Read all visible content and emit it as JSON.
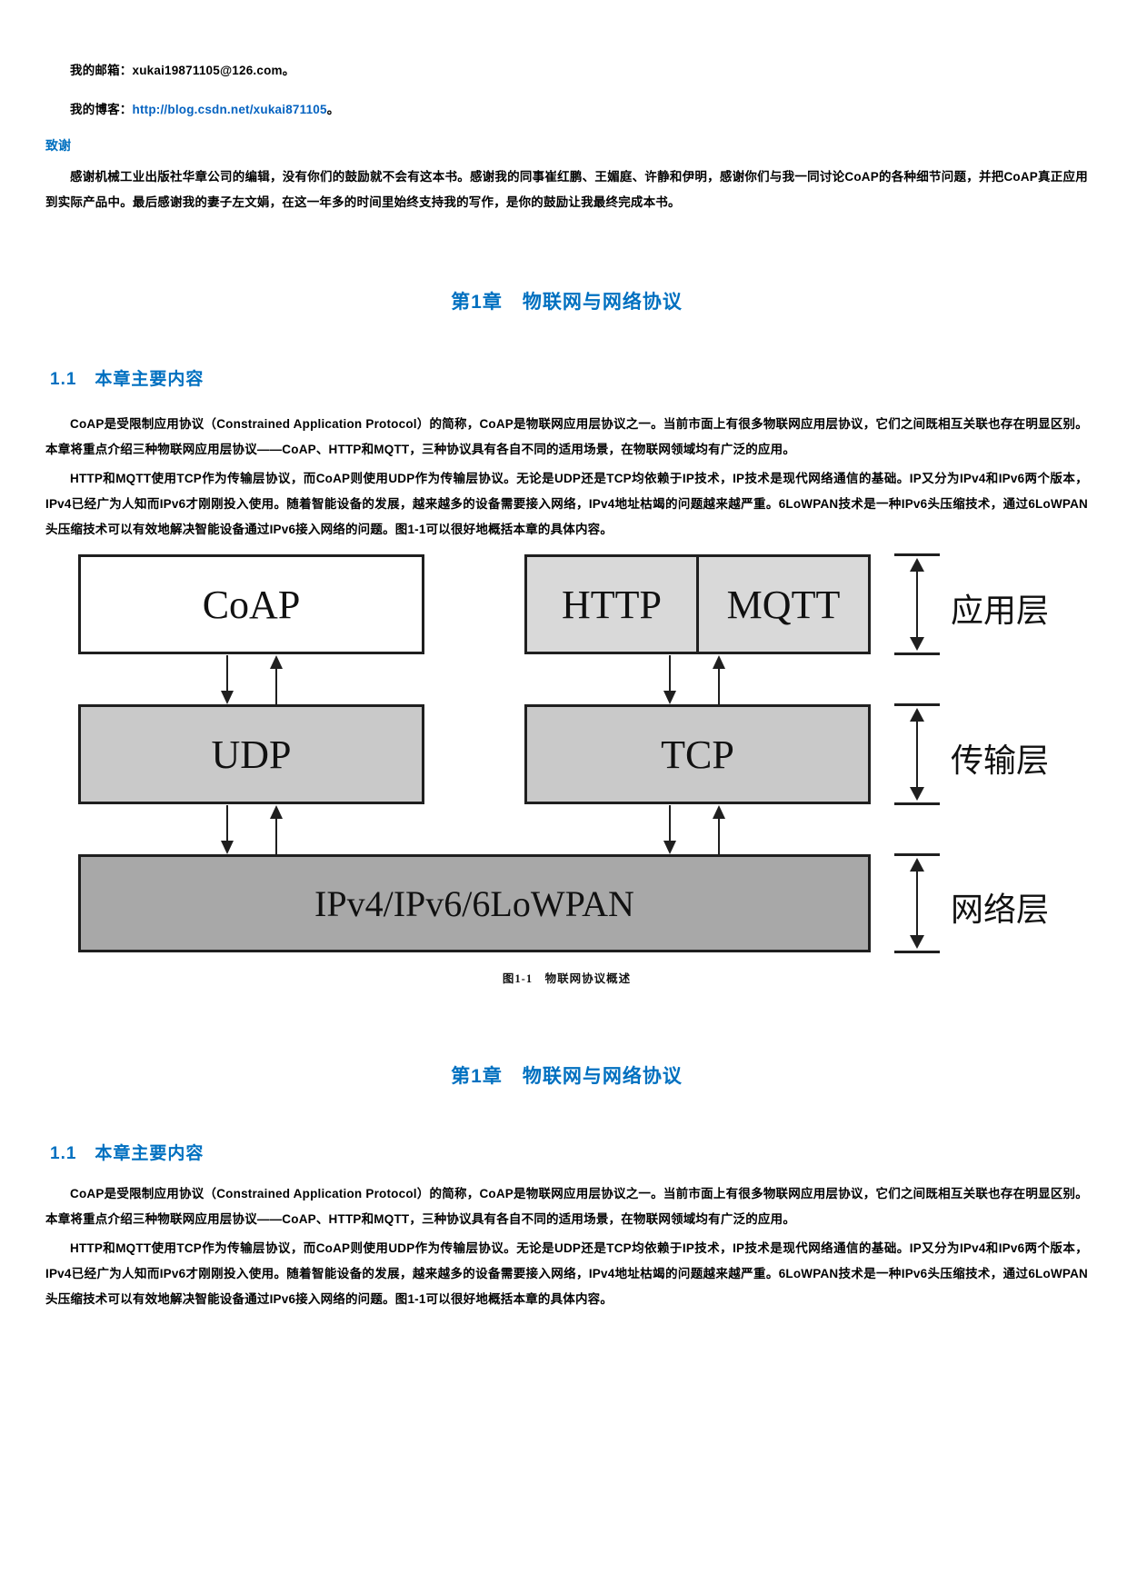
{
  "theme": {
    "accent_blue": "#0070C0",
    "link_blue": "#0563C1"
  },
  "contact": {
    "email_label": "我的邮箱：",
    "email": "xukai19871105@126.com",
    "email_suffix": "。",
    "blog_label": "我的博客：",
    "blog_url": "http://blog.csdn.net/xukai871105",
    "blog_suffix": "。"
  },
  "acknowledgement": {
    "heading": "致谢",
    "body": "感谢机械工业出版社华章公司的编辑，没有你们的鼓励就不会有这本书。感谢我的同事崔红鹏、王媚庭、许静和伊明，感谢你们与我一同讨论CoAP的各种细节问题，并把CoAP真正应用到实际产品中。最后感谢我的妻子左文娟，在这一年多的时间里始终支持我的写作，是你的鼓励让我最终完成本书。"
  },
  "chapter": {
    "title": "第1章　物联网与网络协议"
  },
  "section": {
    "heading": "1.1　本章主要内容",
    "para1": "CoAP是受限制应用协议（Constrained Application Protocol）的简称，CoAP是物联网应用层协议之一。当前市面上有很多物联网应用层协议，它们之间既相互关联也存在明显区别。本章将重点介绍三种物联网应用层协议——CoAP、HTTP和MQTT，三种协议具有各自不同的适用场景，在物联网领域均有广泛的应用。",
    "para2": "HTTP和MQTT使用TCP作为传输层协议，而CoAP则使用UDP作为传输层协议。无论是UDP还是TCP均依赖于IP技术，IP技术是现代网络通信的基础。IP又分为IPv4和IPv6两个版本，IPv4已经广为人知而IPv6才刚刚投入使用。随着智能设备的发展，越来越多的设备需要接入网络，IPv4地址枯竭的问题越来越严重。6LoWPAN技术是一种IPv6头压缩技术，通过6LoWPAN头压缩技术可以有效地解决智能设备通过IPv6接入网络的问题。图1-1可以很好地概括本章的具体内容。"
  },
  "figure": {
    "caption": "图1-1　物联网协议概述",
    "boxes": {
      "coap": "CoAP",
      "http": "HTTP",
      "mqtt": "MQTT",
      "udp": "UDP",
      "tcp": "TCP",
      "network": "IPv4/IPv6/6LoWPAN"
    },
    "layers": {
      "application": "应用层",
      "transport": "传输层",
      "network": "网络层"
    },
    "colors": {
      "coap_fill": "#ffffff",
      "http_mqtt_fill": "#d9d9d9",
      "udp_tcp_fill": "#c9c9c9",
      "network_fill": "#a8a8a8",
      "line": "#1f1f1f"
    }
  }
}
